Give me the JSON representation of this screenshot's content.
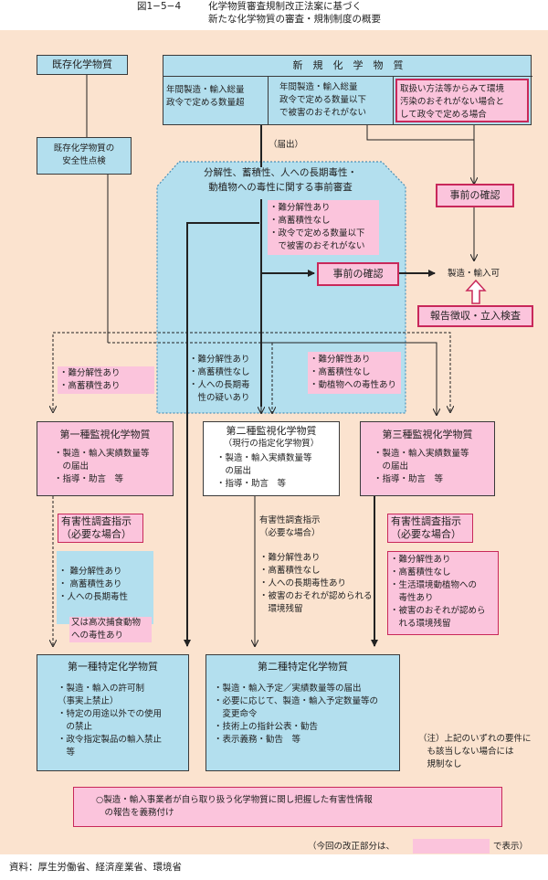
{
  "figure": {
    "number": "図1−5−4",
    "title_line1": "化学物質審査規制改正法案に基づく",
    "title_line2": "新たな化学物質の審査・規制制度の概要"
  },
  "colors": {
    "background": "#fbe3cf",
    "blue": "#b3dfee",
    "pink": "#fbc4dc",
    "highlight_border": "#c8285a",
    "line": "#222222"
  },
  "existing": {
    "label": "既存化学物質",
    "check": "既存化学物質の\n安全性点検"
  },
  "new_substance": {
    "label": "新　規　化　学　物　質",
    "col1": "年間製造・輸入総量\n政令で定める数量超",
    "col2": "年間製造・輸入総量\n政令で定める数量以下\nで被害のおそれがない",
    "col3": "取扱い方法等からみて環境\n汚染のおそれがない場合と\nして政令で定める場合"
  },
  "notification": "（届出）",
  "pre_review": {
    "title_line1": "分解性、蓄積性、人への長期毒性・",
    "title_line2": "動植物への毒性に関する事前審査",
    "cond1": "・難分解性あり\n・高蓄積性なし\n・政令で定める数量以下\n　で被害のおそれがない",
    "cond2": "・難分解性あり\n・高蓄積性なし\n・人への長期毒\n　性の疑いあり",
    "cond3": "・難分解性あり\n・高蓄積性なし\n・動植物への毒性あり"
  },
  "prior_confirm_1": "事前の確認",
  "prior_confirm_2": "事前の確認",
  "manufacture_ok": "製造・輸入可",
  "report_inspection": "報告徴収・立入検査",
  "left_cond": "・難分解性あり\n・高蓄積性あり",
  "monitor1": {
    "title": "第一種監視化学物質",
    "body": "・製造・輸入実績数量等\n　の届出\n・指導・助言　等"
  },
  "monitor2": {
    "title": "第二種監視化学物質",
    "subtitle": "（現行の指定化学物質）",
    "body": "・製造・輸入実績数量等\n　の届出\n・指導・助言　等"
  },
  "monitor3": {
    "title": "第三種監視化学物質",
    "body": "・製造・輸入実績数量等\n　の届出\n・指導・助言　等"
  },
  "instr1": "有害性調査指示\n（必要な場合）",
  "instr2": "有害性調査指示\n（必要な場合）",
  "instr3": "有害性調査指示\n（必要な場合）",
  "cond_left": "・ 難分解性あり\n・ 高蓄積性あり\n・人への長期毒性",
  "cond_left_pink": "又は高次捕食動物\nへの毒性あり",
  "cond_mid": "・難分解性あり\n・高蓄積性なし\n・人への長期毒性あり\n・被害のおそれが認められる\n　環境残留",
  "cond_right": "・難分解性あり\n・高蓄積性なし\n・生活環境動植物への\n　毒性あり\n・被害のおそれが認めら\n　れる環境残留",
  "specific1": {
    "title": "第一種特定化学物質",
    "body": "・製造・輸入の許可制\n（事実上禁止）\n・特定の用途以外での使用\n　の禁止\n・政令指定製品の輸入禁止\n　等"
  },
  "specific2": {
    "title": "第二種特定化学物質",
    "body": "・製造・輸入予定／実績数量等の届出\n・必要に応じて、製造・輸入予定数量等の\n　変更命令\n・技術上の指針公表・勧告\n・表示義務・勧告　等"
  },
  "note": "（注）上記のいずれの要件に\n　も該当しない場合には\n　規制なし",
  "obligation": "○製造・輸入事業者が自ら取り扱う化学物質に関し把握した有害性情報\n　の報告を義務付け",
  "legend": {
    "before": "（今回の改正部分は、",
    "after": "で表示）"
  },
  "source": "資料：厚生労働省、経済産業省、環境省"
}
